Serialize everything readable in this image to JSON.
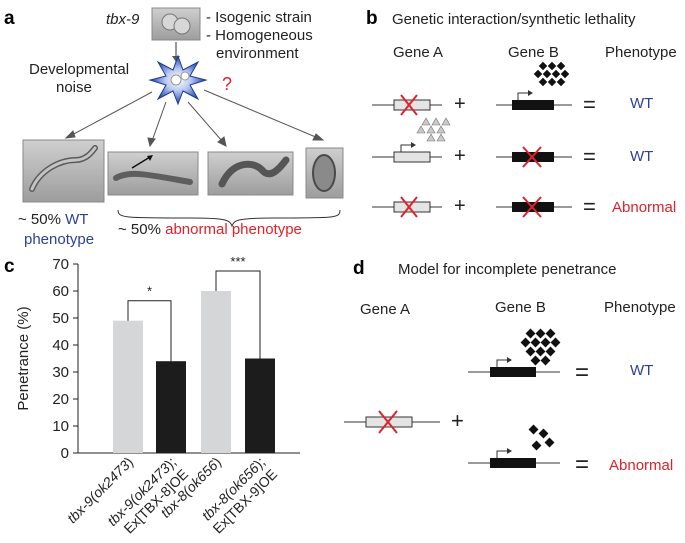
{
  "panel_a": {
    "label": "a",
    "strain": "tbx-9",
    "notes": [
      "- Isogenic strain",
      "- Homogeneous",
      "environment"
    ],
    "noise": [
      "Developmental",
      "noise"
    ],
    "question": "?",
    "wt_pct": "~ 50% ",
    "wt_word": "WT",
    "wt_line2": "phenotype",
    "abn_pct": "~ 50% ",
    "abn_text": "abnormal phenotype"
  },
  "panel_b": {
    "label": "b",
    "title": "Genetic interaction/synthetic lethality",
    "col_a": "Gene A",
    "col_b": "Gene B",
    "col_p": "Phenotype",
    "plus": "+",
    "equals": "=",
    "rows": [
      "WT",
      "WT",
      "Abnormal"
    ]
  },
  "panel_c": {
    "label": "c",
    "sig": [
      "*",
      "***"
    ]
  },
  "panel_d": {
    "label": "d",
    "title": "Model for incomplete penetrance",
    "col_a": "Gene A",
    "col_b": "Gene B",
    "col_p": "Phenotype",
    "plus": "+",
    "equals": "=",
    "rows": [
      "WT",
      "Abnormal"
    ]
  },
  "colors": {
    "blue": "#2b3f9e",
    "red": "#e0222b",
    "light_bar": "#d4d6d8",
    "dark_bar": "#1c1c1c"
  },
  "chart_data": {
    "type": "bar",
    "ylabel": "Penetrance (%)",
    "ylim": [
      0,
      70
    ],
    "yticks": [
      "0",
      "10",
      "20",
      "30",
      "40",
      "50",
      "60",
      "70"
    ],
    "categories": [
      "tbx-9(ok2473)",
      "tbx-9(ok2473); Ex[TBX-8]OE",
      "tbx-8(ok656)",
      "tbx-8(ok656); Ex[TBX-9]OE"
    ],
    "values": [
      49,
      34,
      60,
      35
    ],
    "bar_colors": [
      "#d4d6d8",
      "#1c1c1c",
      "#d4d6d8",
      "#1c1c1c"
    ],
    "tick_labels": [
      [
        {
          "t": "tbx-9(",
          "i": true
        },
        {
          "t": "ok2473",
          "i": true
        },
        {
          "t": ")",
          "i": false
        }
      ],
      [
        {
          "t": "tbx-9(",
          "i": true
        },
        {
          "t": "ok2473",
          "i": true
        },
        {
          "t": ");",
          "i": false
        }
      ],
      [
        {
          "t": "tbx-8(",
          "i": true
        },
        {
          "t": "ok656",
          "i": true
        },
        {
          "t": ")",
          "i": false
        }
      ],
      [
        {
          "t": "tbx-8(",
          "i": true
        },
        {
          "t": "ok656",
          "i": true
        },
        {
          "t": ");",
          "i": false
        }
      ]
    ],
    "tick_labels_line2": [
      "",
      "Ex[TBX-8]OE",
      "",
      "Ex[TBX-9]OE"
    ]
  }
}
